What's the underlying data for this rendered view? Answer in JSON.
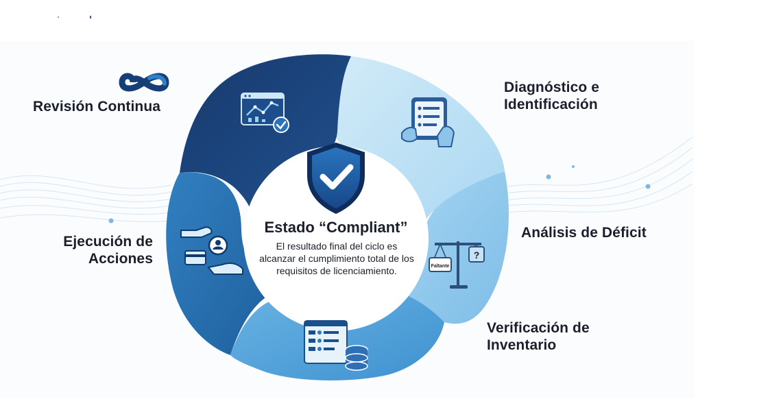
{
  "diagram": {
    "center": {
      "title": "Estado “Compliant”",
      "description": "El resultado final del ciclo es alcanzar el cumplimiento total de los requisitos de licenciamiento."
    },
    "steps": [
      {
        "id": "revision",
        "line1": "Revisión Continua",
        "line2": "",
        "icon": "analytics-monitor-icon",
        "color": "#1b3f74"
      },
      {
        "id": "diagnostico",
        "line1": "Diagnóstico e",
        "line2": "Identificación",
        "icon": "tablet-checklist-icon",
        "color": "#bfe1f4"
      },
      {
        "id": "analisis",
        "line1": "Análisis de Déficit",
        "line2": "",
        "icon": "balance-scale-icon",
        "color": "#9dcfee"
      },
      {
        "id": "verificacion",
        "line1": "Verificación de",
        "line2": "Inventario",
        "icon": "inventory-database-icon",
        "color": "#56a6dc"
      },
      {
        "id": "ejecucion",
        "line1": "Ejecución de",
        "line2": "Acciones",
        "icon": "hands-exchange-icon",
        "color": "#2b76b6"
      }
    ],
    "scale_tag": "Faltante",
    "scale_question": "?",
    "brand_icon": "infinity-icon",
    "center_icon": "shield-check-icon"
  }
}
